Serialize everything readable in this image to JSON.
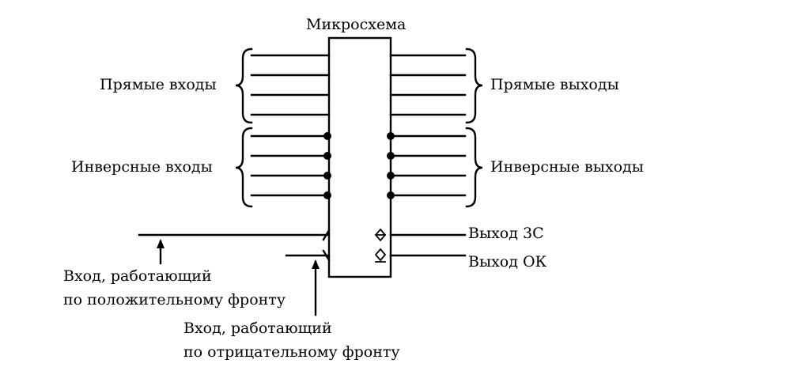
{
  "diagram": {
    "title": "Микросхема",
    "direct_inputs": "Прямые входы",
    "inverse_inputs": "Инверсные входы",
    "direct_outputs": "Прямые выходы",
    "inverse_outputs": "Инверсные выходы",
    "output_3s": "Выход 3С",
    "output_ok": "Выход ОК",
    "positive_edge_line1": "Вход, работающий",
    "positive_edge_line2": "по положительному фронту",
    "negative_edge_line1": "Вход, работающий",
    "negative_edge_line2": "по отрицательному фронту"
  },
  "colors": {
    "ink": "#000000",
    "background": "#ffffff"
  }
}
